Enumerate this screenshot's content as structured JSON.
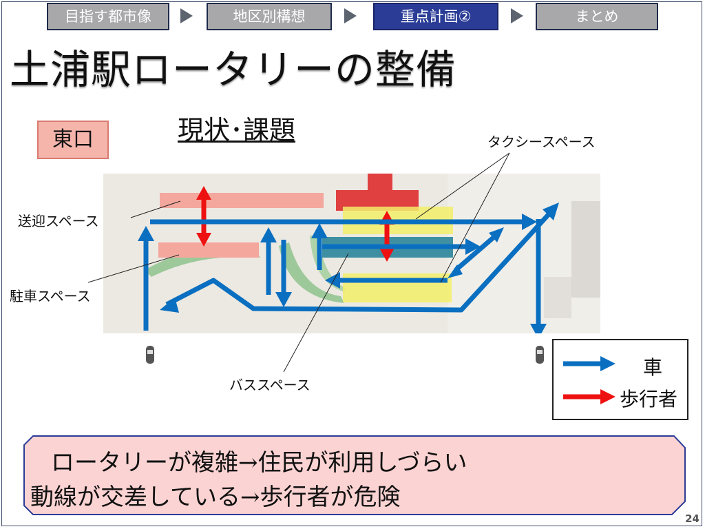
{
  "nav": {
    "steps": [
      "目指す都市像",
      "地区別構想",
      "重点計画②",
      "まとめ"
    ],
    "active_index": 2
  },
  "title": "土浦駅ロータリーの整備",
  "section_label": "東口",
  "heading": "現状･課題",
  "labels": {
    "pickup": "送迎スペース",
    "parking": "駐車スペース",
    "taxi": "タクシースペース",
    "bus": "バススペース"
  },
  "legend": {
    "car": "車",
    "pedestrian": "歩行者"
  },
  "summary": {
    "line1": "ロータリーが複雑→住民が利用しづらい",
    "line2": "動線が交差している→歩行者が危険"
  },
  "page_number": "24",
  "colors": {
    "car_arrow": "#0a6fc0",
    "pedestrian_arrow": "#ee1111",
    "nav_active": "#2a3c96",
    "nav_inactive": "#a8a8aa",
    "callout_fill": "#fbd3d2",
    "label_box": "#f5b5ab"
  }
}
